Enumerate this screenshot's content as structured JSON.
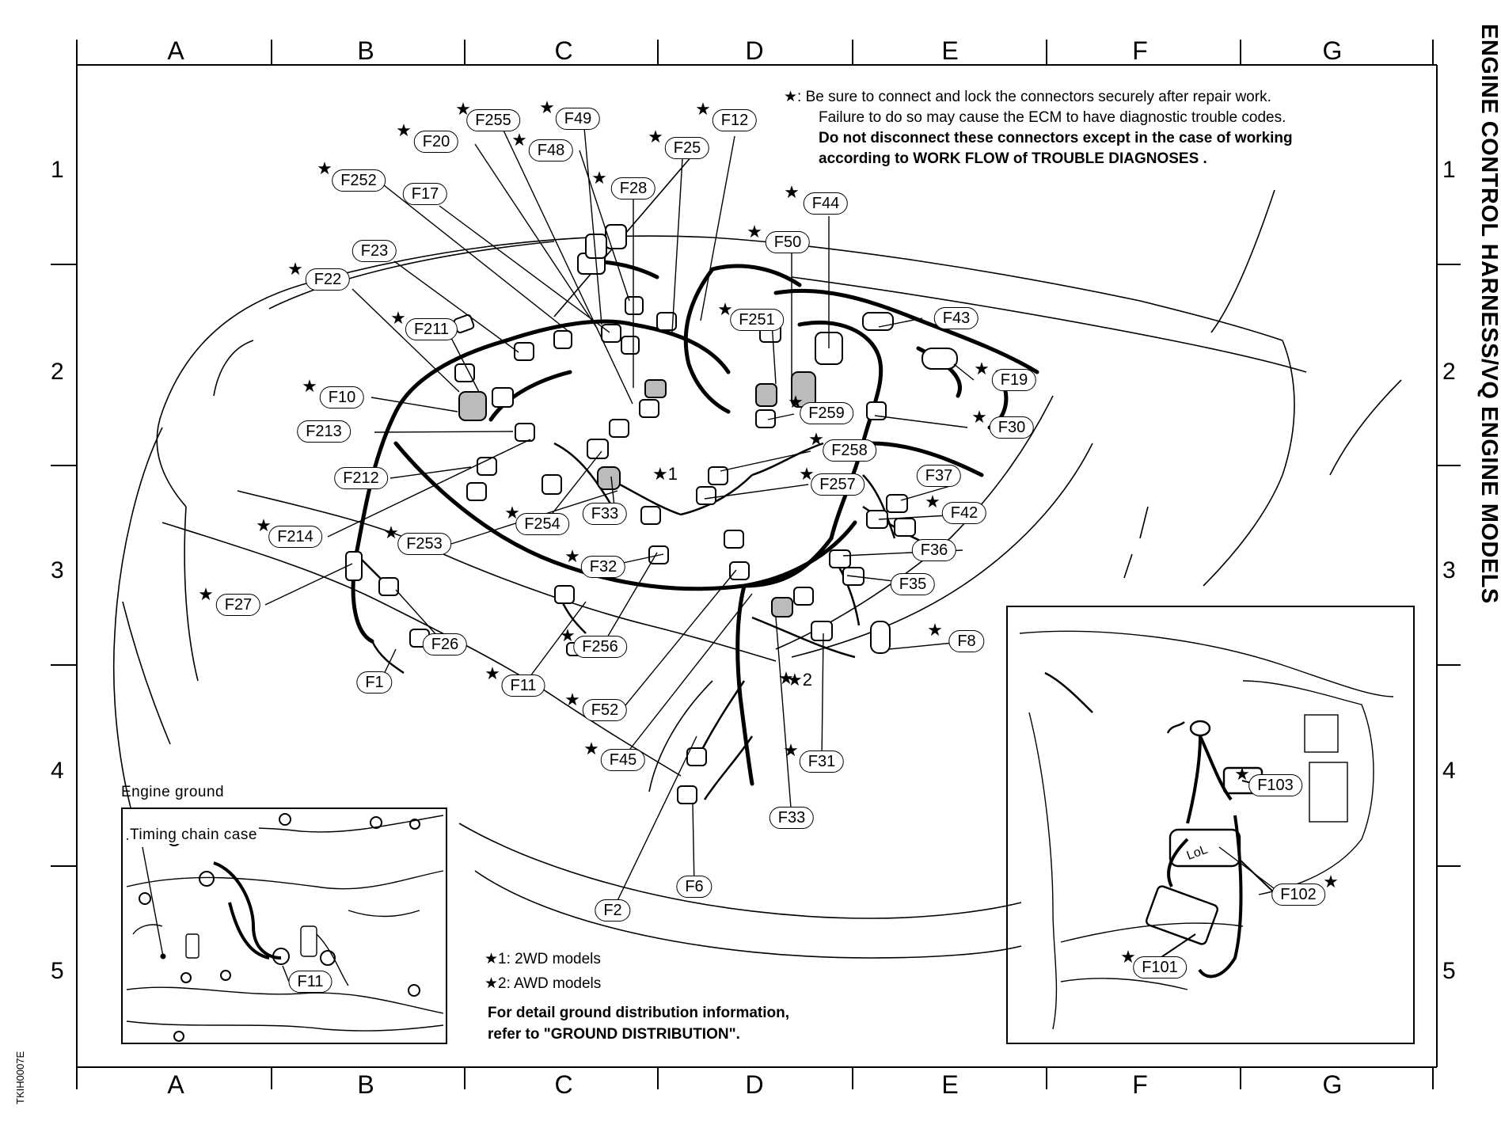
{
  "columns": [
    "A",
    "B",
    "C",
    "D",
    "E",
    "F",
    "G"
  ],
  "rows": [
    "1",
    "2",
    "3",
    "4",
    "5"
  ],
  "side_title": "ENGINE CONTROL HARNESS/VQ ENGINE MODELS",
  "image_code": "TKIH0007E",
  "note": {
    "star": "★",
    "line1": ": Be sure to connect and lock the connectors securely after repair work.",
    "line2": "Failure to do so may cause the ECM to have diagnostic trouble codes.",
    "line3": "Do not disconnect these connectors except in the case of working",
    "line4": "according to WORK FLOW of TROUBLE DIAGNOSES ."
  },
  "footnotes": {
    "fn1": "★1:  2WD  models",
    "fn2": "★2:  AWD  models",
    "ground1": "For detail ground distribution information,",
    "ground2": "refer to \"GROUND DISTRIBUTION\"."
  },
  "inset_ground": {
    "title": "Engine ground",
    "label": "Timing chain case",
    "connector": "F11"
  },
  "marker_1": "★1",
  "marker_2": "★2",
  "connectors": [
    {
      "id": "F255",
      "star": true
    },
    {
      "id": "F49",
      "star": true
    },
    {
      "id": "F12",
      "star": true
    },
    {
      "id": "F20",
      "star": true
    },
    {
      "id": "F48",
      "star": true
    },
    {
      "id": "F25",
      "star": true
    },
    {
      "id": "F252",
      "star": true
    },
    {
      "id": "F17",
      "star": false
    },
    {
      "id": "F28",
      "star": true
    },
    {
      "id": "F44",
      "star": true
    },
    {
      "id": "F23",
      "star": false
    },
    {
      "id": "F50",
      "star": true
    },
    {
      "id": "F22",
      "star": true
    },
    {
      "id": "F43",
      "star": false
    },
    {
      "id": "F211",
      "star": true
    },
    {
      "id": "F251",
      "star": true
    },
    {
      "id": "F10",
      "star": true
    },
    {
      "id": "F19",
      "star": true
    },
    {
      "id": "F213",
      "star": false
    },
    {
      "id": "F259",
      "star": true
    },
    {
      "id": "F30",
      "star": true
    },
    {
      "id": "F258",
      "star": true
    },
    {
      "id": "F212",
      "star": false
    },
    {
      "id": "F257",
      "star": true
    },
    {
      "id": "F37",
      "star": false
    },
    {
      "id": "F33",
      "star": false
    },
    {
      "id": "F42",
      "star": true
    },
    {
      "id": "F254",
      "star": true
    },
    {
      "id": "F214",
      "star": true
    },
    {
      "id": "F253",
      "star": true
    },
    {
      "id": "F36",
      "star": false
    },
    {
      "id": "F32",
      "star": true
    },
    {
      "id": "F35",
      "star": false
    },
    {
      "id": "F27",
      "star": true
    },
    {
      "id": "F26",
      "star": false
    },
    {
      "id": "F256",
      "star": true
    },
    {
      "id": "F8",
      "star": true
    },
    {
      "id": "F1",
      "star": false
    },
    {
      "id": "F11",
      "star": true
    },
    {
      "id": "F52",
      "star": true
    },
    {
      "id": "F45",
      "star": true
    },
    {
      "id": "F31",
      "star": true
    },
    {
      "id": "F33",
      "star": false
    },
    {
      "id": "F6",
      "star": false
    },
    {
      "id": "F2",
      "star": false
    },
    {
      "id": "F103",
      "star": true
    },
    {
      "id": "F102",
      "star": true
    },
    {
      "id": "F101",
      "star": true
    }
  ]
}
